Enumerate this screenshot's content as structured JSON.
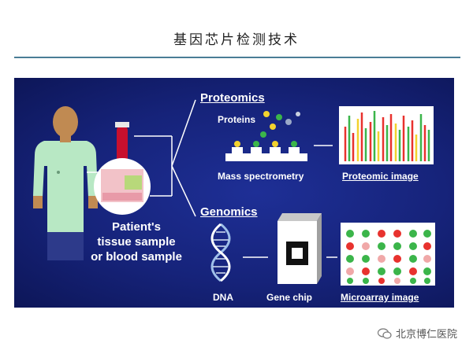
{
  "page": {
    "title": "基因芯片检测技术"
  },
  "diagram": {
    "proteomics_label": "Proteomics",
    "proteins_label": "Proteins",
    "mass_spec_label": "Mass spectrometry",
    "proteomic_image_label": "Proteomic image",
    "genomics_label": "Genomics",
    "dna_label": "DNA",
    "gene_chip_label": "Gene chip",
    "microarray_label": "Microarray image",
    "patient_label_1": "Patient's",
    "patient_label_2": "tissue sample",
    "patient_label_3": "or blood sample",
    "colors": {
      "background": "#16237a",
      "red": "#e8322e",
      "green": "#3bb54a",
      "yellow": "#f2d22e",
      "pink": "#f0a8a8"
    }
  },
  "footer": {
    "brand": "北京博仁医院",
    "icon": "wechat-icon"
  }
}
